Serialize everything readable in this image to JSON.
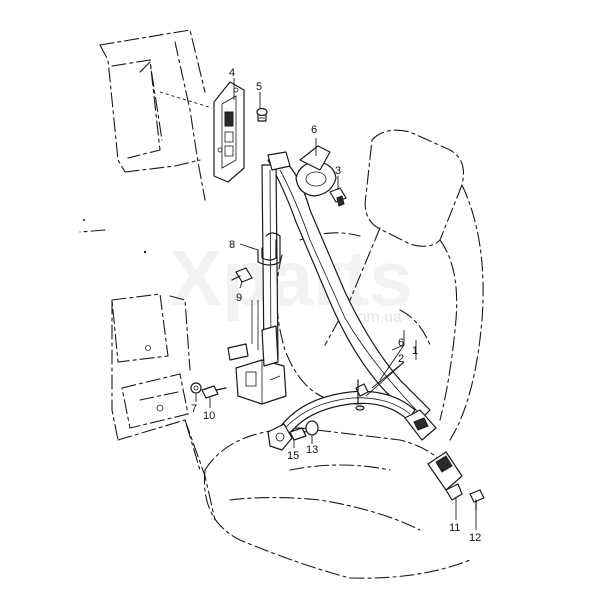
{
  "watermark": {
    "brand": "Xparts",
    "site": ".com.ua"
  },
  "labels": {
    "p1": "1",
    "p2": "2",
    "p3": "3",
    "p4": "4",
    "p5": "5",
    "p6a": "6",
    "p6b": "6",
    "p7": "7",
    "p8": "8",
    "p9": "9",
    "p10": "10",
    "p11": "11",
    "p12": "12",
    "p13": "13",
    "p15": "15"
  }
}
